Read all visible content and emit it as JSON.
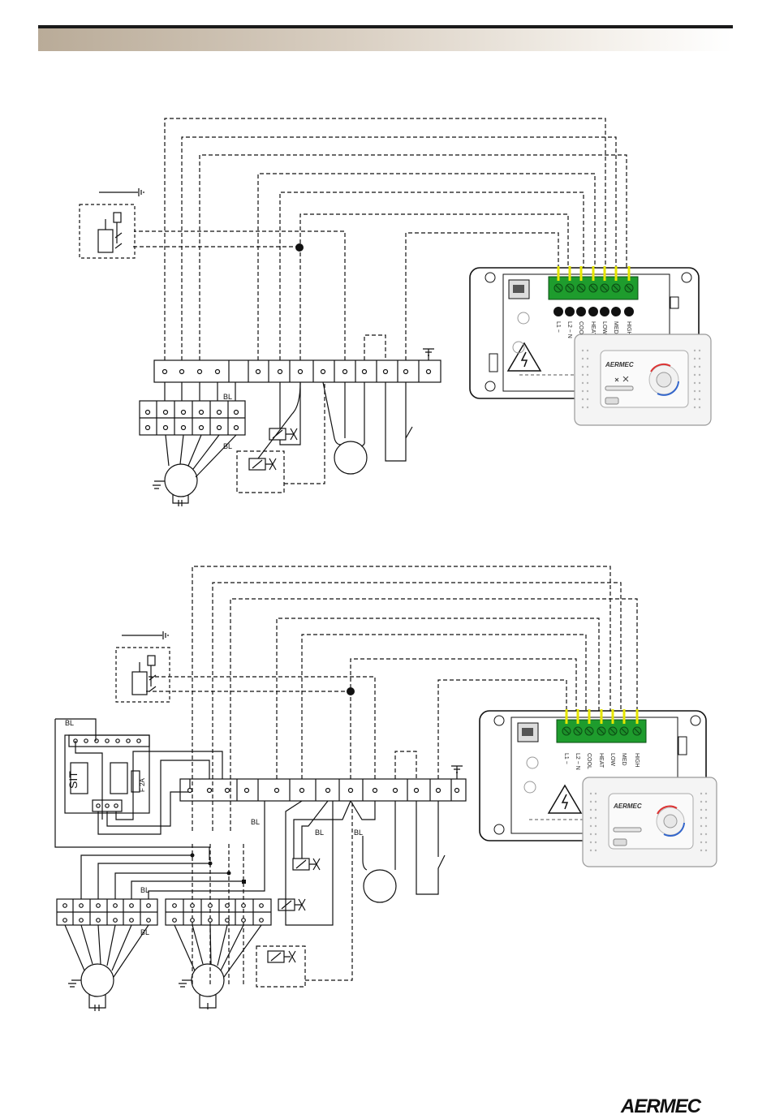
{
  "header": {
    "colors": {
      "bar_start": "#b9ab98",
      "bar_end": "#ffffff",
      "rule": "#1a1a1a"
    }
  },
  "wire_labels": {
    "bl": "BL"
  },
  "thermostat": {
    "terminal_labels": [
      "L1 ~",
      "L2 ~ N",
      "COOL",
      "HEAT",
      "LOW",
      "MED",
      "HIGH"
    ],
    "terminal_color": "#17a02a",
    "highlight_color": "#e6e600",
    "panel_brand": "AERMEC",
    "warning_icon": "high-voltage-warning-icon"
  },
  "diagram2": {
    "module_label": "SIT",
    "fuse_label": "F 2A"
  },
  "footer": {
    "logo_text": "AERMEC"
  }
}
